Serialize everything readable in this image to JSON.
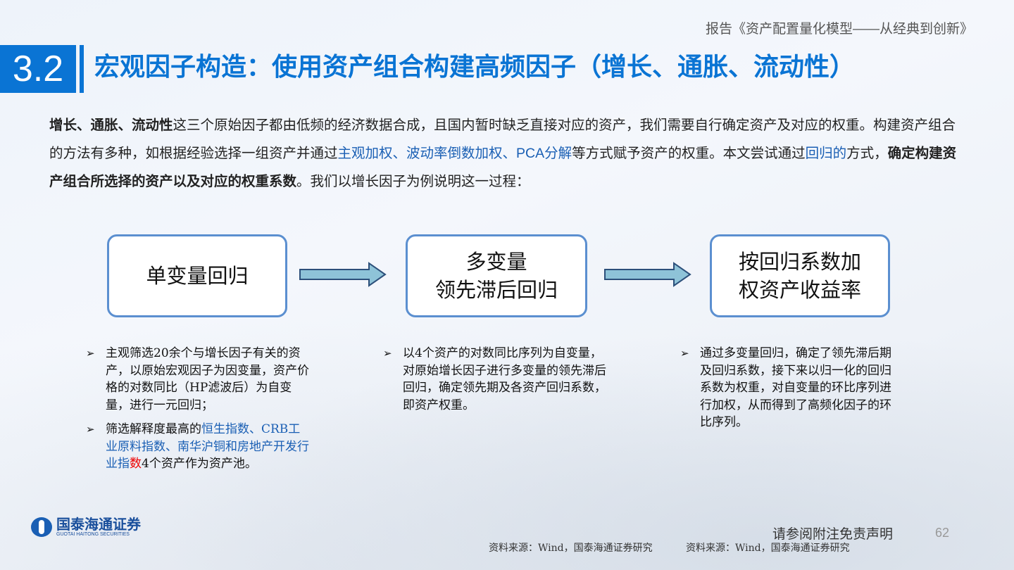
{
  "header": {
    "report": "报告《资产配置量化模型——从经典到创新》",
    "section_number": "3.2",
    "title": "宏观因子构造：使用资产组合构建高频因子（增长、通胀、流动性）"
  },
  "intro": {
    "p1_bold": "增长、通胀、流动性",
    "p1_a": "这三个原始因子都由低频的经济数据合成，且国内暂时缺乏直接对应的资产，我们需要自行确定资产及对应的权重。构建资产组合的方法有多种，如根据经验选择一组资产并通过",
    "p1_blue": "主观加权、波动率倒数加权、PCA分解",
    "p1_b": "等方式赋予资产的权重。本文尝试通过",
    "p1_blue2": "回归的",
    "p1_c": "方式，",
    "p1_bold2": "确定构建资产组合所选择的资产以及对应的权重系数",
    "p1_d": "。我们以增长因子为例说明这一过程："
  },
  "flow": [
    {
      "lines": [
        "单变量回归"
      ]
    },
    {
      "lines": [
        "多变量",
        "领先滞后回归"
      ]
    },
    {
      "lines": [
        "按回归系数加",
        "权资产收益率"
      ]
    }
  ],
  "bullets": {
    "col1": [
      {
        "text": "主观筛选20余个与增长因子有关的资产，以原始宏观因子为因变量，资产价格的对数同比（HP滤波后）为自变量，进行一元回归；"
      },
      {
        "a": "筛选解释度最高的",
        "blue": "恒生指数、CRB工业原料指数、南华沪铜和房地产开发行业指",
        "red": "数",
        "b": "4个资产作为资产池。"
      }
    ],
    "col2": [
      {
        "text": "以4个资产的对数同比序列为自变量，对原始增长因子进行多变量的领先滞后回归，确定领先期及各资产回归系数，即资产权重。"
      }
    ],
    "col3": [
      {
        "text": "通过多变量回归，确定了领先滞后期及回归系数，接下来以归一化的回归系数为权重，对自变量的环比序列进行加权，从而得到了高频化因子的环比序列。"
      }
    ],
    "marker": "➢"
  },
  "footer": {
    "logo_cn": "国泰海通证券",
    "logo_en": "GUOTAI HAITONG SECURITIES",
    "disclaimer": "请参阅附注免责声明",
    "page": "62",
    "source1": "资料来源：Wind，国泰海通证券研究",
    "source2": "资料来源：Wind，国泰海通证券研究"
  },
  "colors": {
    "accent": "#0a74d4",
    "box_border": "#5b8fd0",
    "arrow": "#8ec3d8"
  }
}
